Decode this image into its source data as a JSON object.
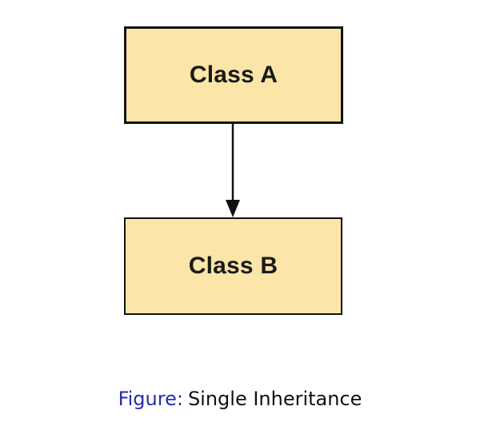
{
  "colors": {
    "node_fill": "#fbe5a8",
    "node_border": "#111111",
    "edge": "#111111",
    "caption_prefix": "#2b2bb0",
    "caption_text": "#111111"
  },
  "diagram": {
    "nodes": [
      {
        "id": "a",
        "label": "Class A"
      },
      {
        "id": "b",
        "label": "Class B"
      }
    ],
    "edges": [
      {
        "from": "a",
        "to": "b",
        "arrow": "filled-triangle"
      }
    ]
  },
  "caption": {
    "prefix": "Figure:",
    "text": "Single Inheritance"
  }
}
